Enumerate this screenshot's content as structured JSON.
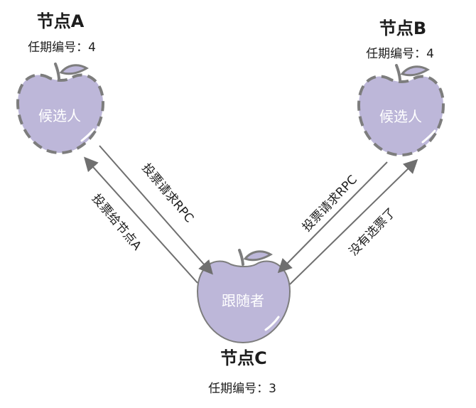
{
  "nodes": {
    "a": {
      "title": "节点A",
      "term_label": "任期编号：4",
      "role": "候选人"
    },
    "b": {
      "title": "节点B",
      "term_label": "任期编号：4",
      "role": "候选人"
    },
    "c": {
      "title": "节点C",
      "term_label": "任期编号：3",
      "role": "跟随者"
    }
  },
  "edges": {
    "a_to_c": "投票请求RPC",
    "c_to_a": "投票给节点A",
    "b_to_c": "投票请求RPC",
    "c_to_b": "没有选票了"
  },
  "colors": {
    "apple_fill": "#bdb7d9",
    "apple_stroke": "#7d7d7d",
    "arrow": "#6f6f6f"
  }
}
